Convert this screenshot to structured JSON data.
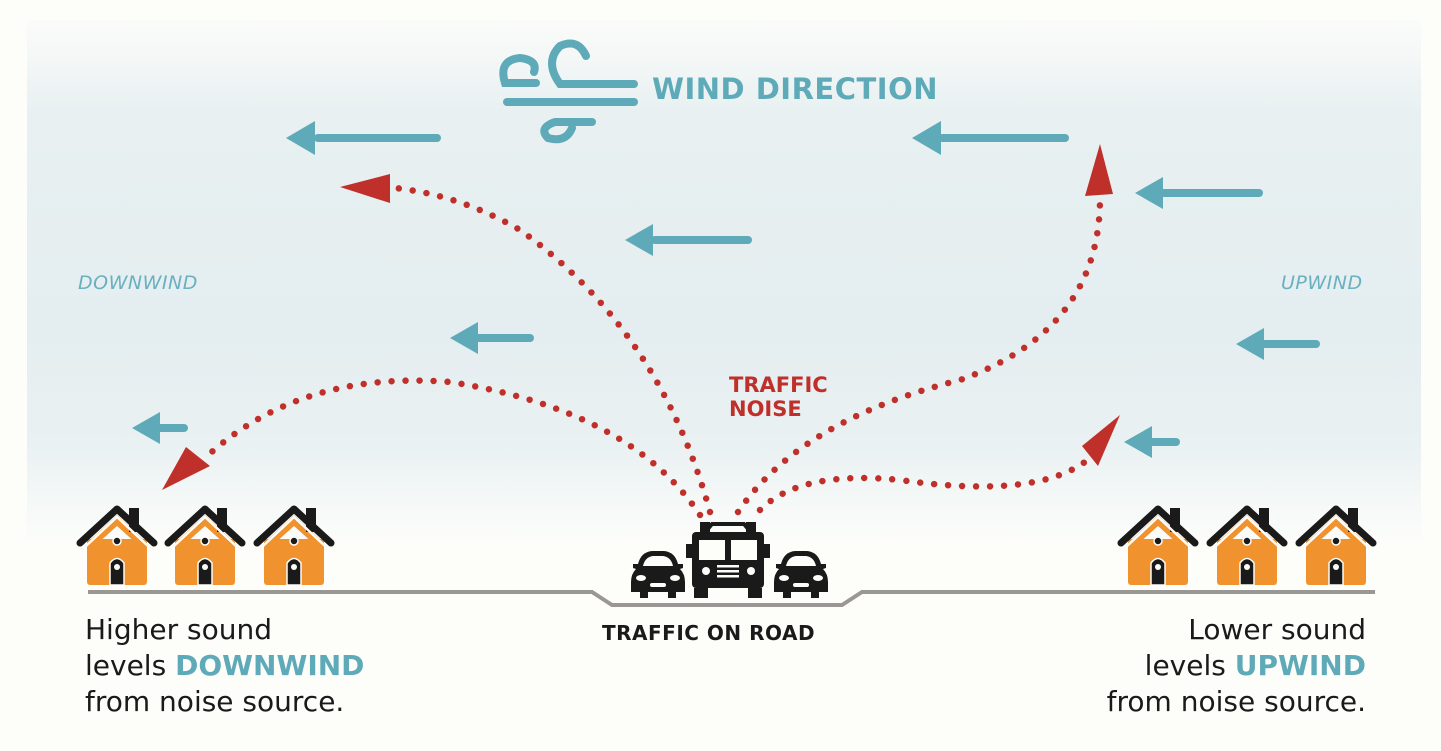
{
  "title": "WIND DIRECTION",
  "labels": {
    "downwind": "DOWNWIND",
    "upwind": "UPWIND",
    "traffic_noise_line1": "TRAFFIC",
    "traffic_noise_line2": "NOISE",
    "traffic_on_road": "TRAFFIC ON ROAD"
  },
  "captions": {
    "left": {
      "line1": "Higher sound",
      "line2_prefix": "levels ",
      "line2_highlight": "DOWNWIND",
      "line3": "from noise source."
    },
    "right": {
      "line1": "Lower sound",
      "line2_prefix": "levels ",
      "line2_highlight": "UPWIND",
      "line3": "from noise source."
    }
  },
  "icons": {
    "wind": "wind-icon",
    "wind_arrow": "arrow-left-icon",
    "house": "house-icon",
    "fire_truck": "fire-truck-icon",
    "car": "car-icon"
  },
  "colors": {
    "wind_teal": "#5eaab9",
    "noise_red": "#c0302b",
    "house_orange": "#f0922e",
    "dark": "#1a1a1a",
    "road_gray": "#9a9794"
  }
}
